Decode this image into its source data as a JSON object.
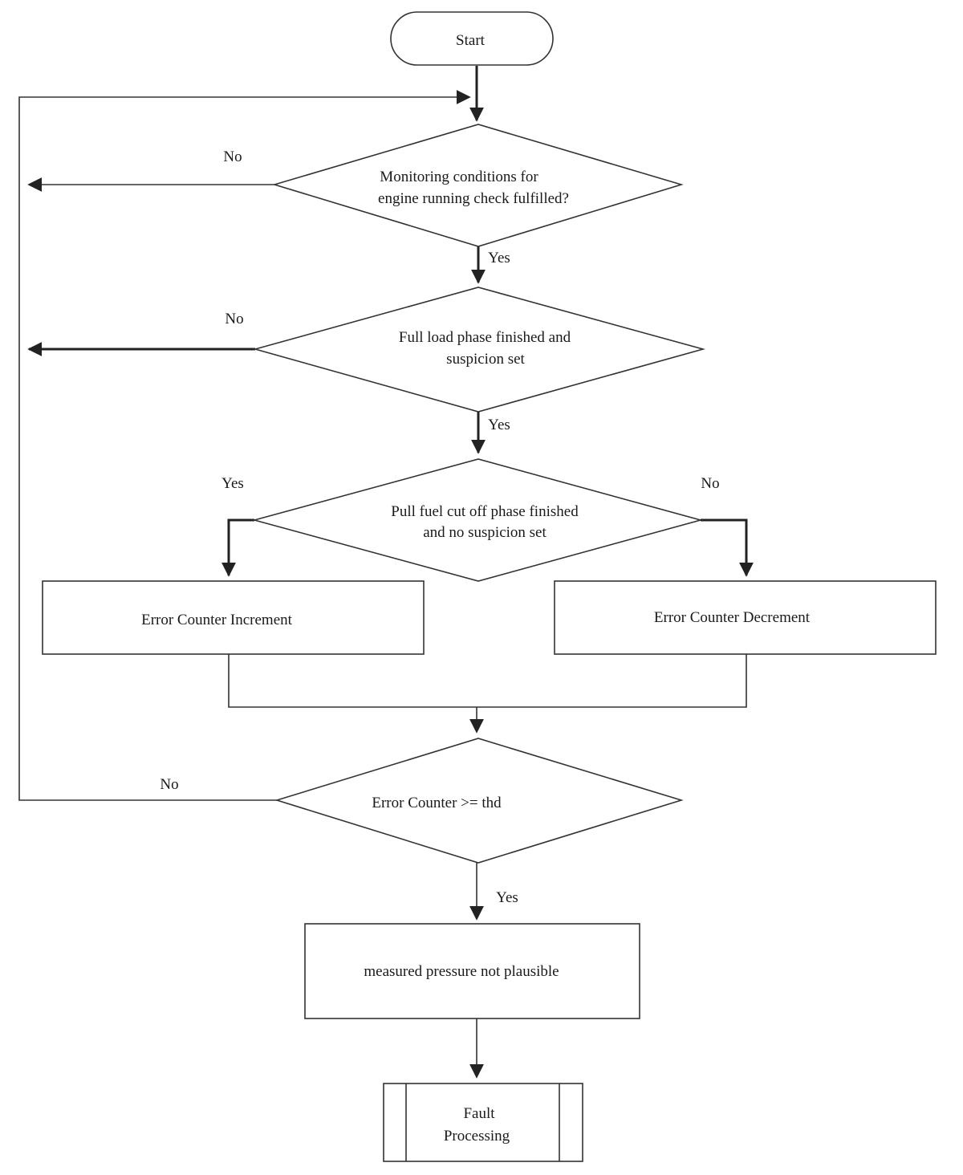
{
  "nodes": {
    "start": "Start",
    "monitoring": [
      "Monitoring  conditions for",
      "engine running check fulfilled?"
    ],
    "full_load": [
      "Full load phase finished and",
      "suspicion set"
    ],
    "fuel_cut": [
      "Pull fuel cut off phase finished",
      "and no suspicion set"
    ],
    "increment": "Error Counter Increment",
    "decrement": "Error Counter Decrement",
    "threshold": "Error Counter >= thd",
    "not_plausible": "measured pressure not plausible",
    "fault": [
      "Fault",
      "Processing"
    ]
  },
  "edge_labels": {
    "monitoring_no": "No",
    "monitoring_yes": "Yes",
    "full_load_no": "No",
    "full_load_yes": "Yes",
    "fuel_cut_yes": "Yes",
    "fuel_cut_no": "No",
    "threshold_no": "No",
    "threshold_yes": "Yes"
  }
}
